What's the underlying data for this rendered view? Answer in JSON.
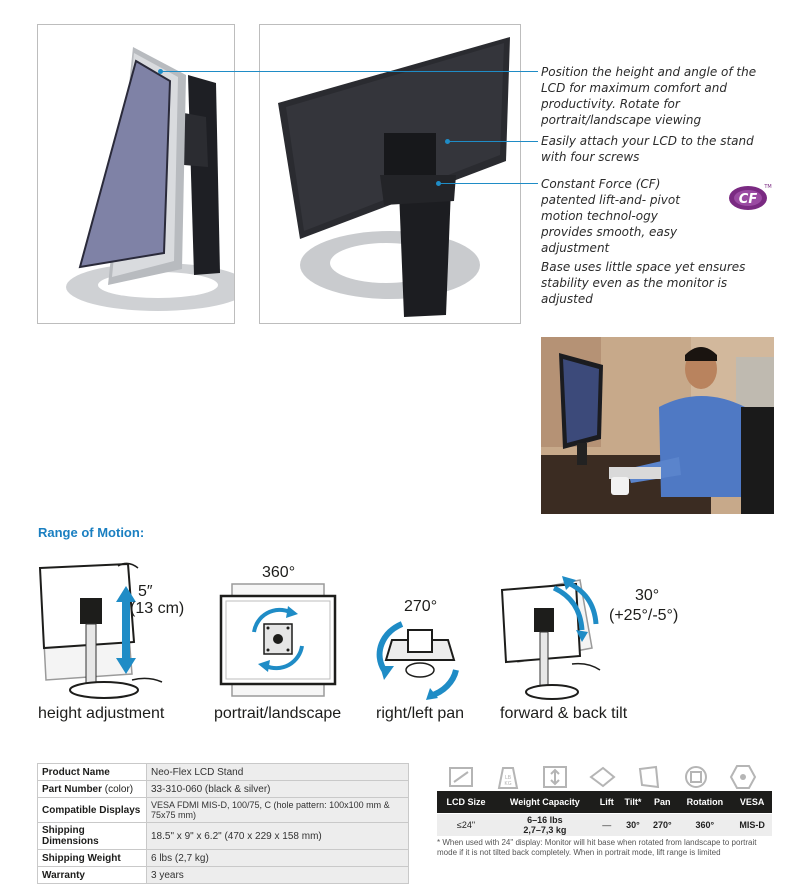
{
  "features": [
    "Position the height and angle of the LCD for maximum comfort and productivity. Rotate for portrait/landscape viewing",
    "Easily attach your LCD to the stand with four screws",
    "Constant Force (CF) patented lift-and- pivot motion technol-ogy provides smooth, easy adjustment",
    "Base uses little space yet ensures stability even as the monitor is adjusted"
  ],
  "cf_badge": {
    "text": "CF",
    "tm": "TM",
    "color": "#7a2a82"
  },
  "range_title": "Range of Motion:",
  "motions": {
    "height": {
      "value": "5″",
      "value2": "(13 cm)",
      "caption": "height adjustment"
    },
    "rotation": {
      "value": "360°",
      "caption": "portrait/landscape"
    },
    "pan": {
      "value": "270°",
      "caption": "right/left pan"
    },
    "tilt": {
      "value": "30°",
      "value2": "(+25°/-5°)",
      "caption": "forward & back tilt"
    }
  },
  "specs": [
    {
      "key": "Product Name",
      "key_suffix": "",
      "value": "Neo-Flex LCD Stand"
    },
    {
      "key": "Part Number",
      "key_suffix": " (color)",
      "value": "33-310-060 (black & silver)"
    },
    {
      "key": "Compatible Displays",
      "key_suffix": "",
      "value": "VESA FDMI MIS-D, 100/75, C (hole pattern: 100x100 mm & 75x75 mm)"
    },
    {
      "key": "Shipping Dimensions",
      "key_suffix": "",
      "value": "18.5\" x 9\" x 6.2\" (470 x 229 x 158 mm)"
    },
    {
      "key": "Shipping Weight",
      "key_suffix": "",
      "value": "6 lbs (2,7 kg)"
    },
    {
      "key": "Warranty",
      "key_suffix": "",
      "value": "3 years"
    }
  ],
  "capability_icons": [
    "lcd-size-icon",
    "weight-icon",
    "lift-icon",
    "tilt-icon",
    "pan-icon",
    "rotation-icon",
    "vesa-icon"
  ],
  "weight_icon_text": "LB\nKG",
  "capability_headers": [
    "LCD Size",
    "Weight Capacity",
    "Lift",
    "Tilt*",
    "Pan",
    "Rotation",
    "VESA"
  ],
  "capability_values": [
    "≤24\"",
    "6–16 lbs\n2,7–7,3 kg",
    "—",
    "30°",
    "270°",
    "360°",
    "MIS-D"
  ],
  "footnote": "* When used with 24\" display: Monitor will hit base when rotated from landscape to portrait mode if it is not tilted back completely. When in portrait mode, lift range is limited",
  "colors": {
    "accent": "#1f8cc6",
    "title_blue": "#1a7fc1",
    "table_gray": "#ededed",
    "header_black": "#1d1d1b"
  }
}
